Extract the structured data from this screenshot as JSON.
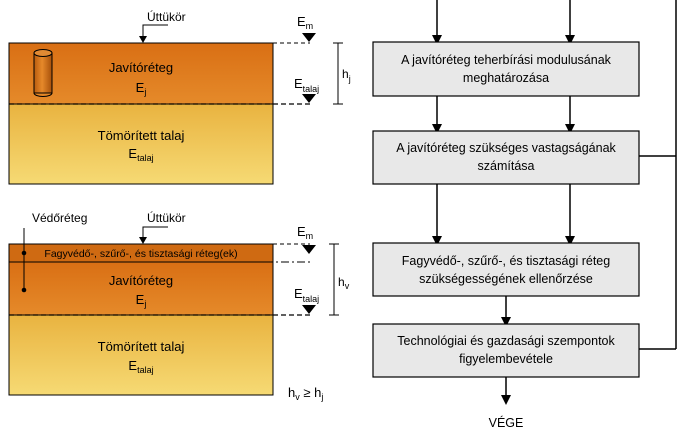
{
  "top_section": {
    "impact_label": "Úttükör",
    "em_label": "E",
    "em_sub": "m",
    "etalaj_label": "E",
    "etalaj_sub": "talaj",
    "hj_label": "h",
    "hj_sub": "j",
    "upper_layer_name": "Javítóréteg",
    "upper_layer_symbol": "E",
    "upper_layer_sub": "j",
    "lower_layer_name": "Tömörített talaj",
    "lower_layer_symbol": "E",
    "lower_layer_sub": "talaj"
  },
  "bottom_section": {
    "protective_label": "Védőréteg",
    "impact_label": "Úttükör",
    "thin_layer_text": "Fagyvédő-, szűrő-, és tisztasági réteg(ek)",
    "em_label": "E",
    "em_sub": "m",
    "etalaj_label": "E",
    "etalaj_sub": "talaj",
    "hv_label": "h",
    "hv_sub": "v",
    "upper_layer_name": "Javítóréteg",
    "upper_layer_symbol": "E",
    "upper_layer_sub": "j",
    "lower_layer_name": "Tömörített talaj",
    "lower_layer_symbol": "E",
    "lower_layer_sub": "talaj",
    "relation_h1": "h",
    "relation_h1_sub": "v",
    "relation_op": " ≥ h",
    "relation_h2_sub": "j"
  },
  "flowchart": {
    "box1_line1": "A javítóréteg teherbírási modulusának",
    "box1_line2": "meghatározása",
    "box2_line1": "A javítóréteg szükséges vastagságának",
    "box2_line2": "számítása",
    "box3_line1": "Fagyvédő-, szűrő-, és tisztasági réteg",
    "box3_line2": "szükségességének ellenőrzése",
    "box4_line1": "Technológiai és gazdasági szempontok",
    "box4_line2": "figyelembevétele",
    "end_label": "VÉGE"
  },
  "colors": {
    "upper_layer": "#e07a1c",
    "lower_layer_top": "#e9b340",
    "lower_layer_bottom": "#f6da74",
    "box_fill": "#e8e8e8"
  }
}
